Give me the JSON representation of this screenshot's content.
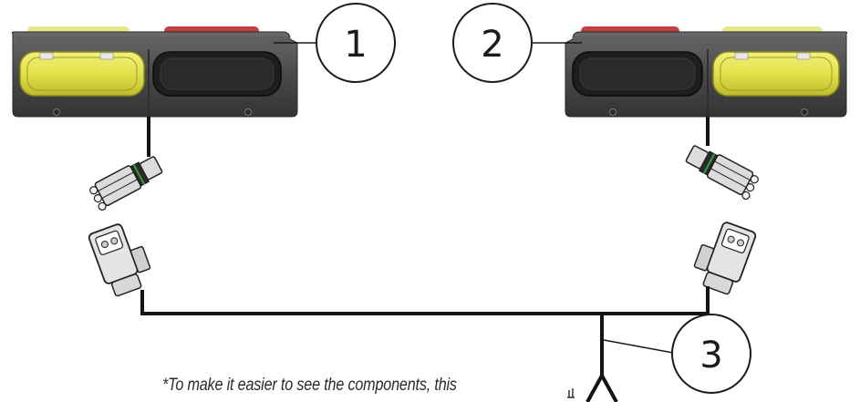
{
  "callouts": {
    "left_light": "1",
    "right_light": "2",
    "harness": "3"
  },
  "note": "*To make it easier to see the components, this",
  "colors": {
    "housing": "#4a4a4a",
    "amber_lens": "#e3e24a",
    "red_lens": "#c0403f",
    "wire": "#141414",
    "connector": "#d8d8d8"
  }
}
